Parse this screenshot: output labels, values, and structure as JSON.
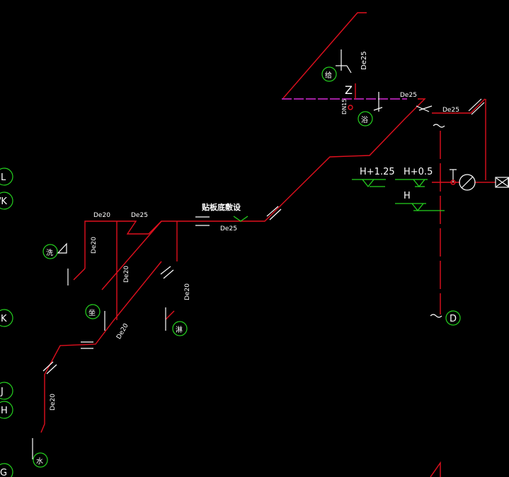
{
  "axis_markers": {
    "l": "L",
    "k_slash": "/K",
    "k": "K",
    "j": "J",
    "h": "H",
    "g": "G",
    "d": "D"
  },
  "pipe_labels": {
    "de25_top_vertical": "De25",
    "de25_top_horizontal": "De25",
    "de25_right": "De25",
    "dn15": "DN15",
    "de20_upper_left": "De20",
    "de25_mid": "De25",
    "de25_under_annotation": "De25",
    "de20_riser_left": "De20",
    "de20_riser_mid": "De20",
    "de20_riser_right": "De20",
    "de20_diagonal": "De20",
    "de20_bottom": "De20"
  },
  "annotation": "贴板底敷设",
  "elevations": {
    "h_plus_125": "H+1.25",
    "h_plus_05": "H+0.5",
    "h": "H"
  },
  "fixtures": {
    "top": "给",
    "top_right": "浴",
    "left": "洗",
    "mid_left": "坐",
    "mid": "淋",
    "bottom": "水"
  },
  "valve_symbol": "Z",
  "colors": {
    "pipe": "#e0101e",
    "marker": "#25d11f",
    "magenta": "#d62ad6",
    "text": "#ffffff",
    "background": "#000000"
  }
}
